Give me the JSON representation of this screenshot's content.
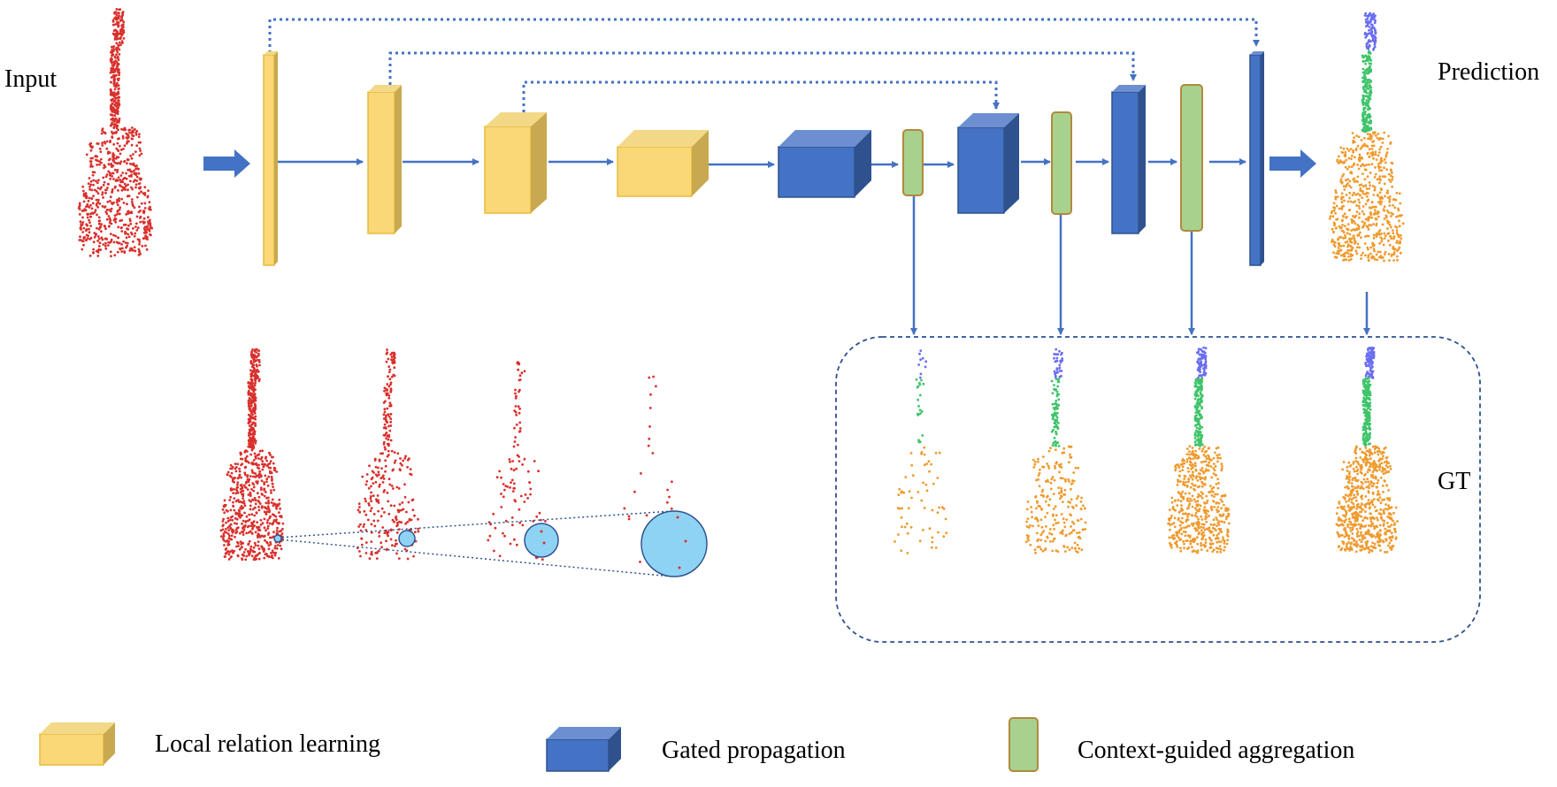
{
  "labels": {
    "input": "Input",
    "prediction": "Prediction",
    "gt": "GT"
  },
  "legend": [
    {
      "label": "Local relation learning",
      "kind": "yellow-box"
    },
    {
      "label": "Gated propagation",
      "kind": "blue-box"
    },
    {
      "label": "Context-guided aggregation",
      "kind": "green-bar"
    }
  ],
  "colors": {
    "yellow_face": "#fad877",
    "yellow_side": "#c9a94f",
    "yellow_edge": "#e8bb3c",
    "blue_face": "#4472c4",
    "blue_side": "#2f528f",
    "blue_top": "#6c8fd1",
    "green_face": "#a9d18e",
    "green_edge": "#b08a3c",
    "arrow": "#4472c4",
    "points_red": "#d9302c",
    "points_orange": "#ef9a2d",
    "points_green": "#3fc46a",
    "points_blue": "#6a6cf0",
    "circle_fill": "#8fd3f4",
    "gt_box": "#2f528f"
  }
}
